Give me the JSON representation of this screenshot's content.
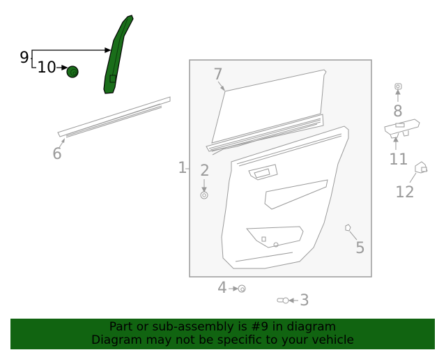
{
  "diagram": {
    "highlight_color": "#1a6e1a",
    "line_color": "#9a9a9a",
    "box_fill": "#f7f7f7",
    "callouts": [
      {
        "id": "1",
        "label": "1",
        "part": "door-trim-panel-assembly",
        "highlighted": false
      },
      {
        "id": "2",
        "label": "2",
        "part": "clip",
        "highlighted": false
      },
      {
        "id": "3",
        "label": "3",
        "part": "screw",
        "highlighted": false
      },
      {
        "id": "4",
        "label": "4",
        "part": "clip",
        "highlighted": false
      },
      {
        "id": "5",
        "label": "5",
        "part": "clip",
        "highlighted": false
      },
      {
        "id": "6",
        "label": "6",
        "part": "belt-moulding-weatherstrip",
        "highlighted": false
      },
      {
        "id": "7",
        "label": "7",
        "part": "upper-trim-panel",
        "highlighted": false
      },
      {
        "id": "8",
        "label": "8",
        "part": "clip",
        "highlighted": false
      },
      {
        "id": "9",
        "label": "9",
        "part": "garnish-assembly",
        "highlighted": true
      },
      {
        "id": "10",
        "label": "10",
        "part": "clip",
        "highlighted": true
      },
      {
        "id": "11",
        "label": "11",
        "part": "switch-base",
        "highlighted": false
      },
      {
        "id": "12",
        "label": "12",
        "part": "bracket",
        "highlighted": false
      }
    ]
  },
  "banner": {
    "line1": "Part or sub-assembly is #9 in diagram",
    "line2": "Diagram may not be specific to your vehicle",
    "background": "#116411"
  }
}
